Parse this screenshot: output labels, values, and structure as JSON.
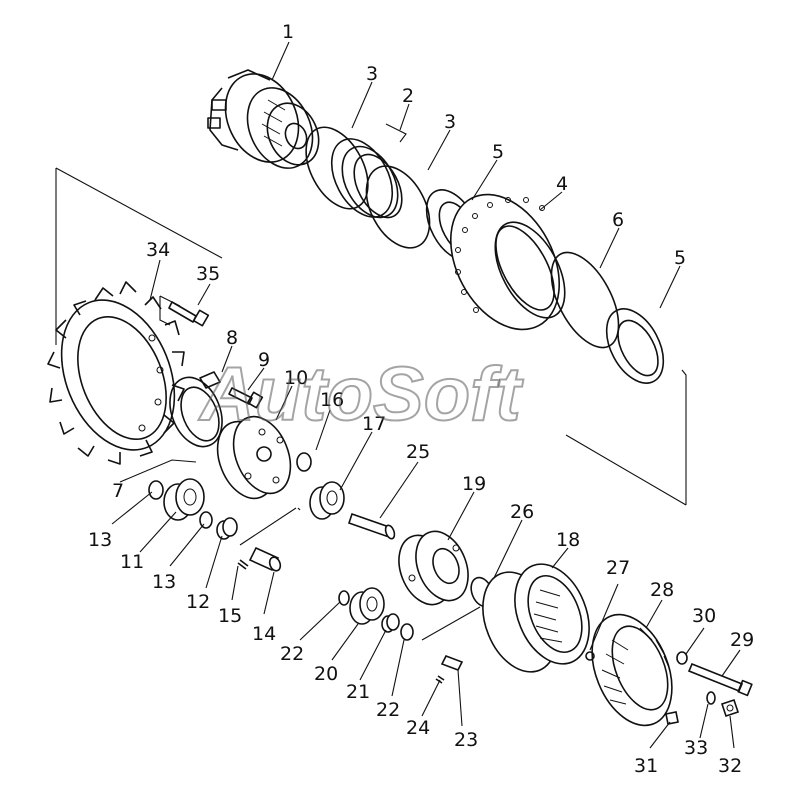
{
  "watermark": "AutoSoft",
  "part_numbers": [
    "1",
    "2",
    "3",
    "3",
    "4",
    "5",
    "5",
    "6",
    "7",
    "8",
    "9",
    "10",
    "11",
    "12",
    "13",
    "13",
    "14",
    "15",
    "16",
    "17",
    "18",
    "19",
    "20",
    "21",
    "22",
    "22",
    "23",
    "24",
    "25",
    "26",
    "27",
    "28",
    "29",
    "30",
    "31",
    "32",
    "33",
    "34",
    "35"
  ]
}
